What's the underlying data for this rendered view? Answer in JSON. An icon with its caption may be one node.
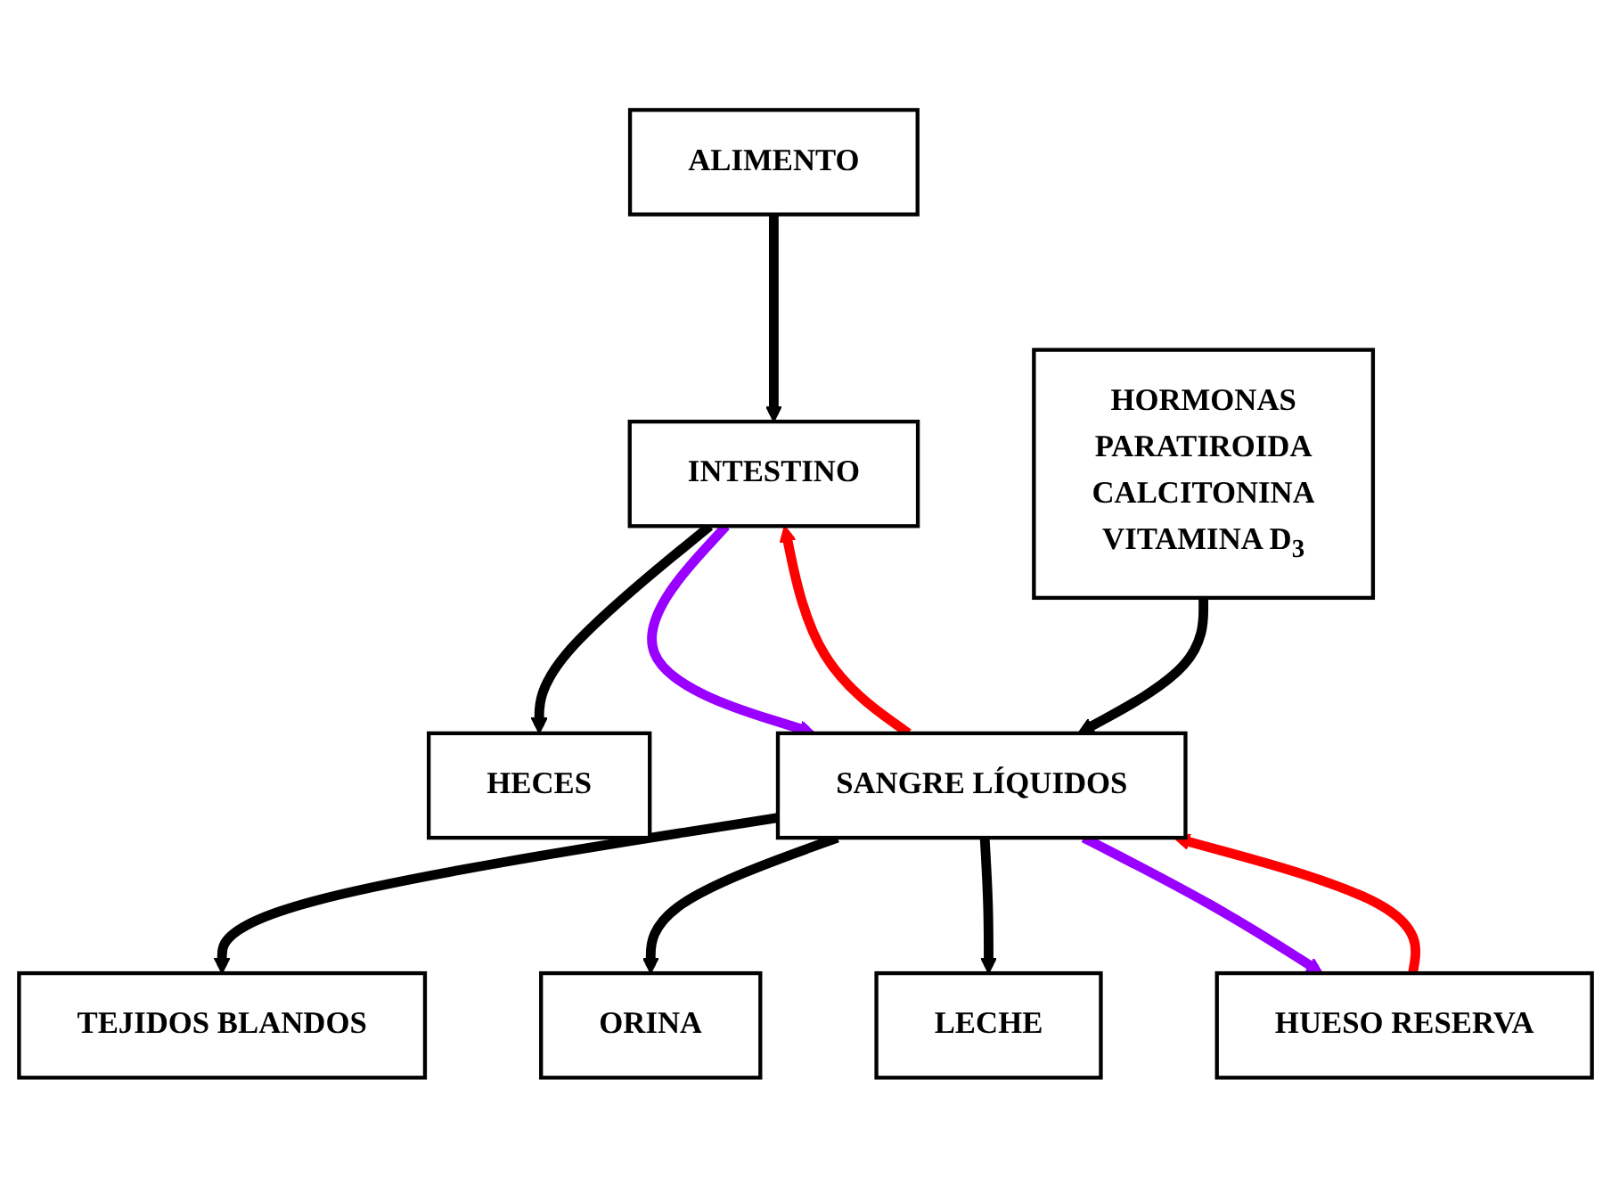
{
  "diagram": {
    "nodes": [
      {
        "text": [
          "ALIMENTO"
        ]
      },
      {
        "text": [
          "INTESTINO"
        ]
      },
      {
        "text": [
          "HECES"
        ]
      },
      {
        "text": [
          "TEJIDOS BLANDOS"
        ]
      },
      {
        "text": [
          "SANGRE LÍQUIDOS"
        ]
      },
      {
        "text": [
          "ORINA"
        ]
      },
      {
        "text": [
          "LECHE"
        ]
      },
      {
        "text": [
          "HORMONAS",
          "PARATIROIDA",
          "CALCITONINA",
          "VITAMINA D$_{3}$"
        ]
      },
      {
        "text": [
          "HUESO RESERVA"
        ]
      }
    ],
    "edges": [
      {
        "from": 0,
        "to": 1,
        "arrow": "to"
      },
      {
        "from": 1,
        "to": 2,
        "arrow": "to"
      },
      {
        "from": 1,
        "to": 4,
        "arrow": "to",
        "color": "#9900ff"
      },
      {
        "from": 4,
        "to": 1,
        "arrow": "to",
        "color": "#ff0000"
      },
      {
        "from": 4,
        "to": 3,
        "arrow": "to"
      },
      {
        "from": 4,
        "to": 5,
        "arrow": "to"
      },
      {
        "from": 4,
        "to": 6,
        "arrow": "to"
      },
      {
        "from": 7,
        "to": 4,
        "arrow": "to"
      },
      {
        "from": 4,
        "to": 8,
        "arrow": "to",
        "color": "#9900ff"
      },
      {
        "from": 8,
        "to": 4,
        "arrow": "to",
        "color": "#ff0000"
      }
    ]
  }
}
